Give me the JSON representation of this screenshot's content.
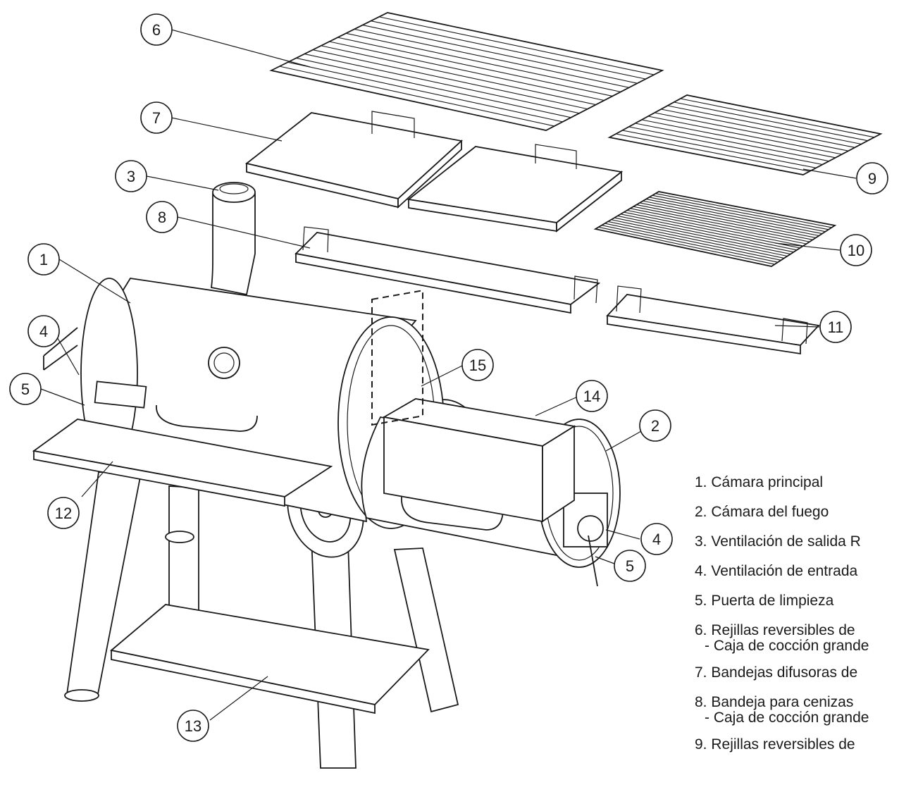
{
  "callouts": [
    {
      "num": "1"
    },
    {
      "num": "2"
    },
    {
      "num": "3"
    },
    {
      "num": "4"
    },
    {
      "num": "4"
    },
    {
      "num": "5"
    },
    {
      "num": "5"
    },
    {
      "num": "6"
    },
    {
      "num": "7"
    },
    {
      "num": "8"
    },
    {
      "num": "9"
    },
    {
      "num": "10"
    },
    {
      "num": "11"
    },
    {
      "num": "12"
    },
    {
      "num": "13"
    },
    {
      "num": "14"
    },
    {
      "num": "15"
    }
  ],
  "legend": {
    "items": [
      "1.  Cámara   principal",
      "2. Cámara del fuego",
      "3.  Ventilación de salida R",
      "4.  Ventilación de entrada",
      "5.  Puerta de limpieza",
      "6.  Rejillas reversibles de",
      "- Caja de cocción grande",
      "7.  Bandejas difusoras de",
      "8.  Bandeja para cenizas",
      "- Caja de cocción grande",
      "9.  Rejillas reversibles de"
    ]
  },
  "colors": {
    "line": "#1a1a1a",
    "background": "#ffffff"
  }
}
